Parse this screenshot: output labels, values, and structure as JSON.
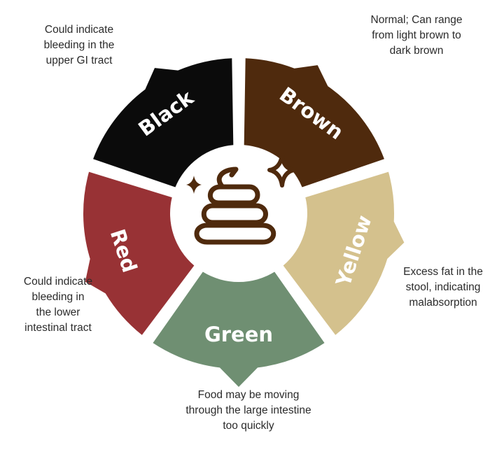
{
  "segments": [
    {
      "key": "brown",
      "label": "Brown",
      "color": "#4f2a0d",
      "note": [
        "Normal; Can range",
        "from light brown to",
        "dark brown"
      ]
    },
    {
      "key": "yellow",
      "label": "Yellow",
      "color": "#d4c18d",
      "note": [
        "Excess fat in the",
        "stool, indicating",
        "malabsorption"
      ]
    },
    {
      "key": "green",
      "label": "Green",
      "color": "#6f8f72",
      "note": [
        "Food may be moving",
        "through the large intestine",
        "too quickly"
      ]
    },
    {
      "key": "red",
      "label": "Red",
      "color": "#983235",
      "note": [
        "Could indicate",
        "bleeding in",
        "the lower",
        "intestinal tract"
      ]
    },
    {
      "key": "black",
      "label": "Black",
      "color": "#0b0b0b",
      "note": [
        "Could indicate",
        "bleeding in the",
        "upper GI tract"
      ]
    }
  ],
  "icon": {
    "name": "poop-icon",
    "color": "#4f2a0d"
  }
}
